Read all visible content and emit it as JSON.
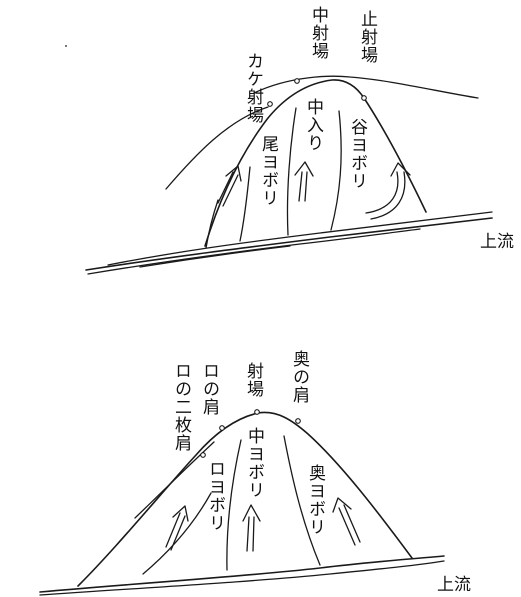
{
  "figure_top": {
    "labels": {
      "naka_shaba": "中射場",
      "tome_shaba": "止射場",
      "kake_shaba": "カケ射場",
      "naka_iri": "中入り",
      "tani_yobori": "谷ヨボリ",
      "o_yobori": "尾ヨボリ",
      "jouryu": "上流"
    }
  },
  "figure_bottom": {
    "labels": {
      "shaba": "射場",
      "oku_no_kata": "奥の肩",
      "kuchi_no_kata": "ロの肩",
      "kuchi_no_nimai_kata": "ロの二枚肩",
      "naka_yobori": "中ヨボリ",
      "kuchi_yobori": "ロヨボリ",
      "oku_yobori": "奥ヨボリ",
      "jouryu": "上流"
    }
  },
  "colors": {
    "ink": "#1a1a1a",
    "background": "#ffffff"
  }
}
